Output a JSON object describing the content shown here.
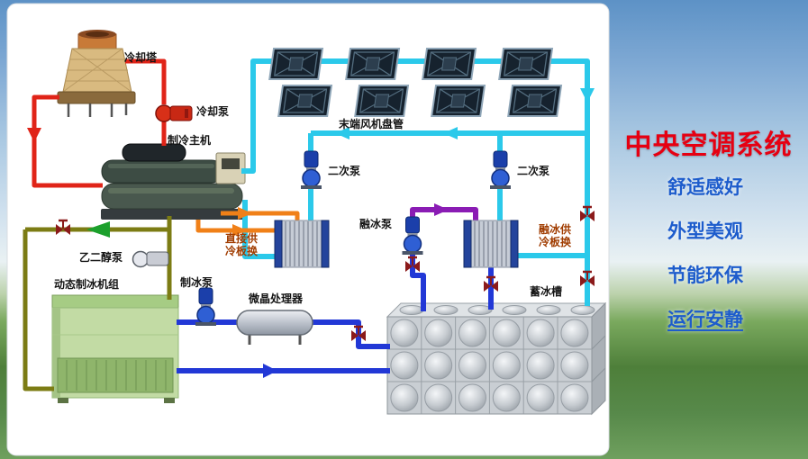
{
  "slide": {
    "title": "中央空调系统",
    "title_color": "#e60012",
    "feature_color": "#1d5ccc",
    "features": [
      {
        "label": "舒适感好",
        "underline": false
      },
      {
        "label": "外型美观",
        "underline": false
      },
      {
        "label": "节能环保",
        "underline": false
      },
      {
        "label": "运行安静",
        "underline": true
      }
    ]
  },
  "diagram": {
    "labels": {
      "cooling_tower": "冷却塔",
      "cooling_pump": "冷却泵",
      "chiller": "制冷主机",
      "fan_coils": "末端风机盘管",
      "secondary_pump_left": "二次泵",
      "secondary_pump_right": "二次泵",
      "melt_pump": "融冰泵",
      "direct_supply_hx": "直接供冷板换",
      "melt_supply_hx": "融冰供冷板换",
      "glycol_pump": "乙二醇泵",
      "ice_pump": "制冰泵",
      "crystal_processor": "微晶处理器",
      "ice_machine": "动态制冰机组",
      "ice_tank": "蓄冰槽"
    },
    "pipe_colors": {
      "chilled_water": "#2bc9ea",
      "ice_water": "#2238d6",
      "glycol_loop": "#7c7c14",
      "condenser_water": "#e02418",
      "direct_supply_loop": "#f08018",
      "ice_melt_loop": "#8a1cb4"
    }
  }
}
